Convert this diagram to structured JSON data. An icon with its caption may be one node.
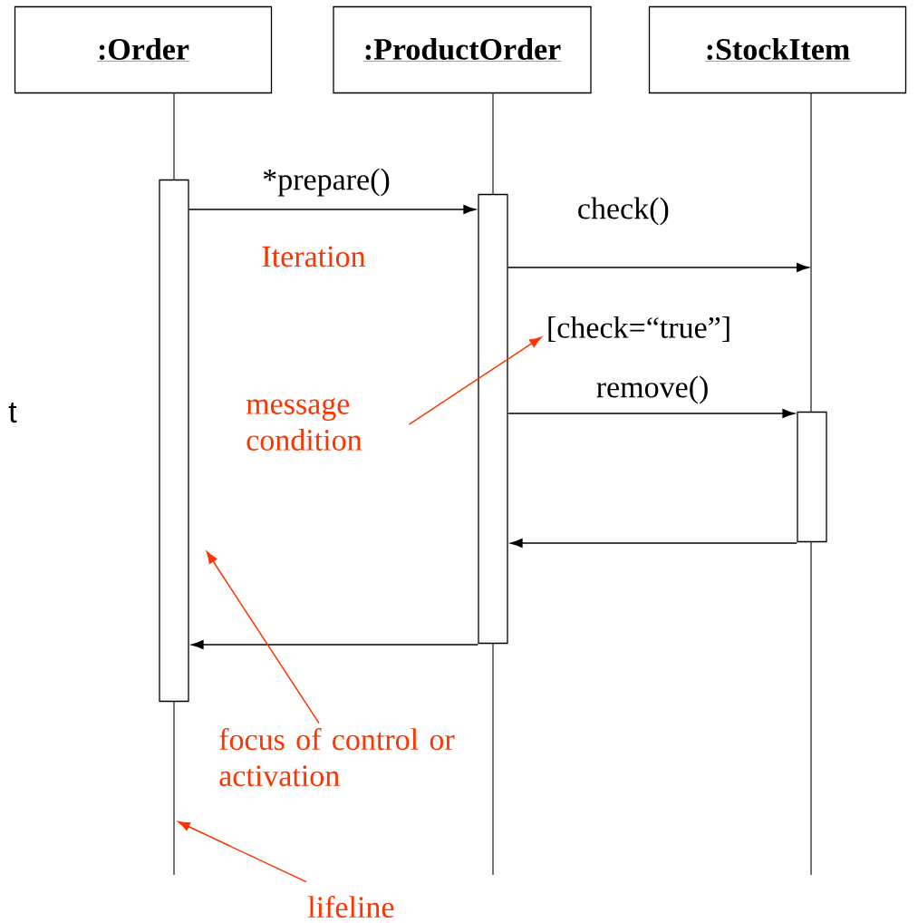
{
  "diagram": {
    "nodes": [
      {
        "text": [
          ":Order"
        ]
      },
      {
        "text": [
          ":ProductOrder"
        ]
      },
      {
        "text": [
          ":StockItem"
        ]
      },
      {
        "text": [],
        "shape": "line"
      },
      {
        "text": [],
        "shape": "line"
      },
      {
        "text": [],
        "shape": "line"
      },
      {
        "text": [],
        "shape": "bar"
      },
      {
        "text": [],
        "shape": "bar"
      },
      {
        "text": [],
        "shape": "bar"
      },
      {
        "text": [
          "message condition"
        ]
      },
      {
        "text": [
          "[check=“true”]"
        ]
      },
      {
        "text": [
          "focus of control or activation"
        ]
      },
      {
        "text": [
          "lifeline"
        ]
      }
    ],
    "edges": [
      {
        "from": 6,
        "to": 7,
        "arrow": "to",
        "label": "*prepare()"
      },
      {
        "from": 7,
        "to": 5,
        "arrow": "to",
        "label": "check()"
      },
      {
        "from": 7,
        "to": 8,
        "arrow": "to",
        "label": "remove()"
      },
      {
        "from": 8,
        "to": 7,
        "arrow": "to"
      },
      {
        "from": 7,
        "to": 6,
        "arrow": "to"
      },
      {
        "from": 9,
        "to": 10,
        "arrow": "to",
        "color": "#ff3300"
      },
      {
        "from": 11,
        "to": 6,
        "arrow": "to",
        "color": "#ff3300"
      },
      {
        "from": 12,
        "to": 3,
        "arrow": "to",
        "color": "#ff3300"
      }
    ],
    "labels": [
      "Iteration",
      "t"
    ]
  }
}
